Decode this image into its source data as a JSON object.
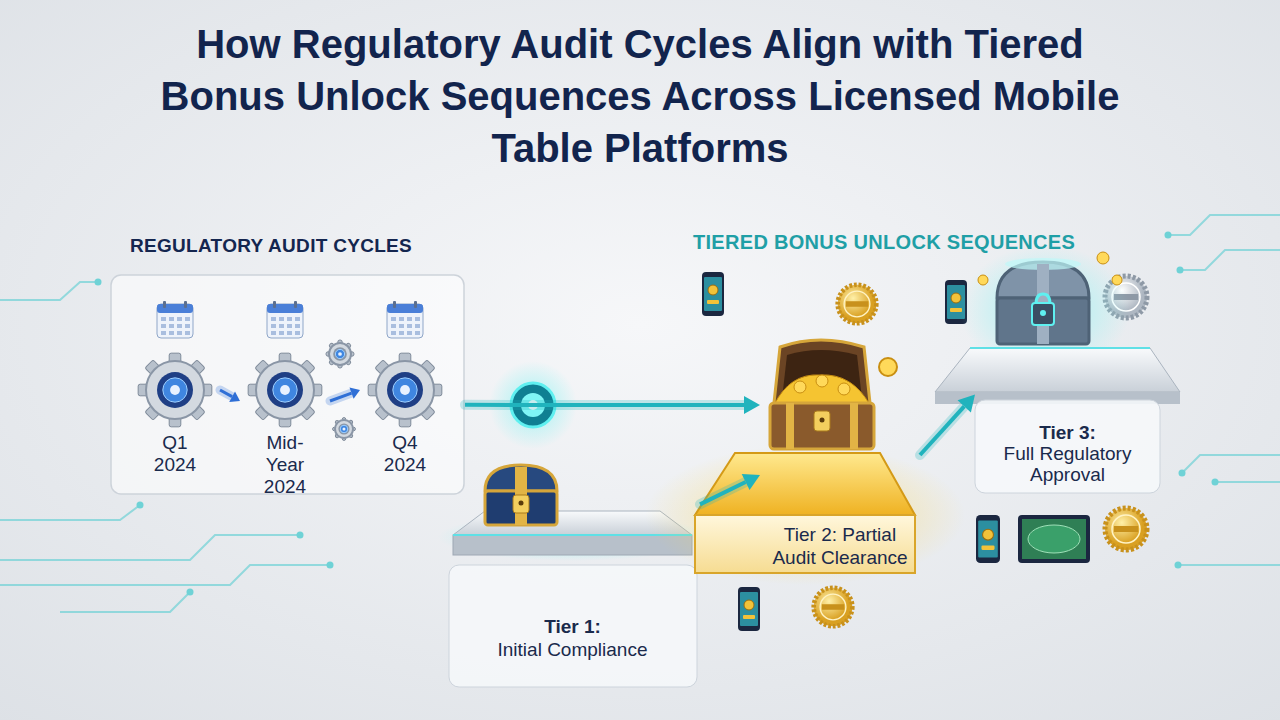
{
  "diagram": {
    "title": "How Regulatory Audit Cycles Align with Tiered Bonus Unlock Sequences Across Licensed Mobile Table Platforms",
    "nodes": [
      {
        "text": [
          "REGULATORY AUDIT CYCLES"
        ]
      },
      {
        "text": [
          "Q1 2024"
        ],
        "in": 0
      },
      {
        "text": [
          "Mid-Year 2024"
        ],
        "in": 0
      },
      {
        "text": [
          "Q4 2024"
        ],
        "in": 0
      },
      {
        "text": [
          "Tier 1:",
          "Initial Compliance"
        ]
      },
      {
        "text": [
          "Tier 2: Partial Audit Clearance"
        ]
      },
      {
        "text": [
          "Tier 3:",
          "Full Regulatory Approval"
        ]
      }
    ],
    "edges": [
      {
        "from": 1,
        "to": 2,
        "arrow": "to"
      },
      {
        "from": 2,
        "to": 3,
        "arrow": "to"
      },
      {
        "from": 0,
        "to": 5,
        "arrow": "to"
      },
      {
        "from": 4,
        "to": 5,
        "arrow": "to"
      },
      {
        "from": 5,
        "to": 6,
        "arrow": "to"
      }
    ],
    "labels": [
      "TIERED BONUS UNLOCK SEQUENCES"
    ]
  }
}
